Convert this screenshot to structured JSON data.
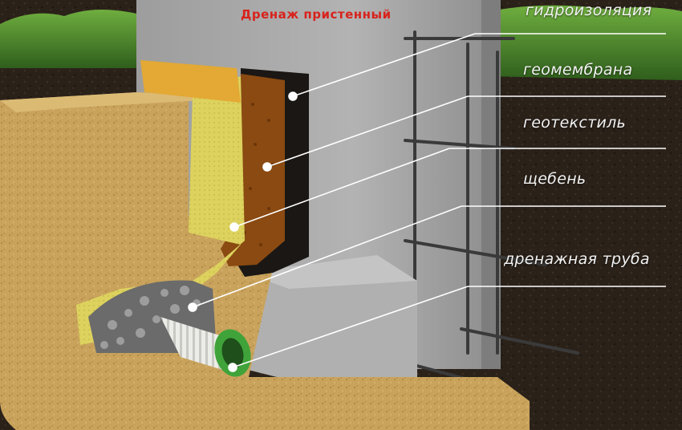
{
  "title": "Дренаж пристенный",
  "labels": [
    "гидроизоляция",
    "геомембрана",
    "геотекстиль",
    "щебень",
    "дренажная труба"
  ],
  "colors": {
    "title": "#d8231c",
    "label_text": "#f2f2f2",
    "leader_line": "#ffffff",
    "sand": "#c9a35c",
    "geotextile": "#d9cf5a",
    "geomembrane": "#8a4a12",
    "waterproofing": "#1a1714",
    "concrete": "#a7a7a7",
    "pipe": "#3fa33a",
    "grass": "#4f8f2f",
    "soil": "#2a2119"
  }
}
